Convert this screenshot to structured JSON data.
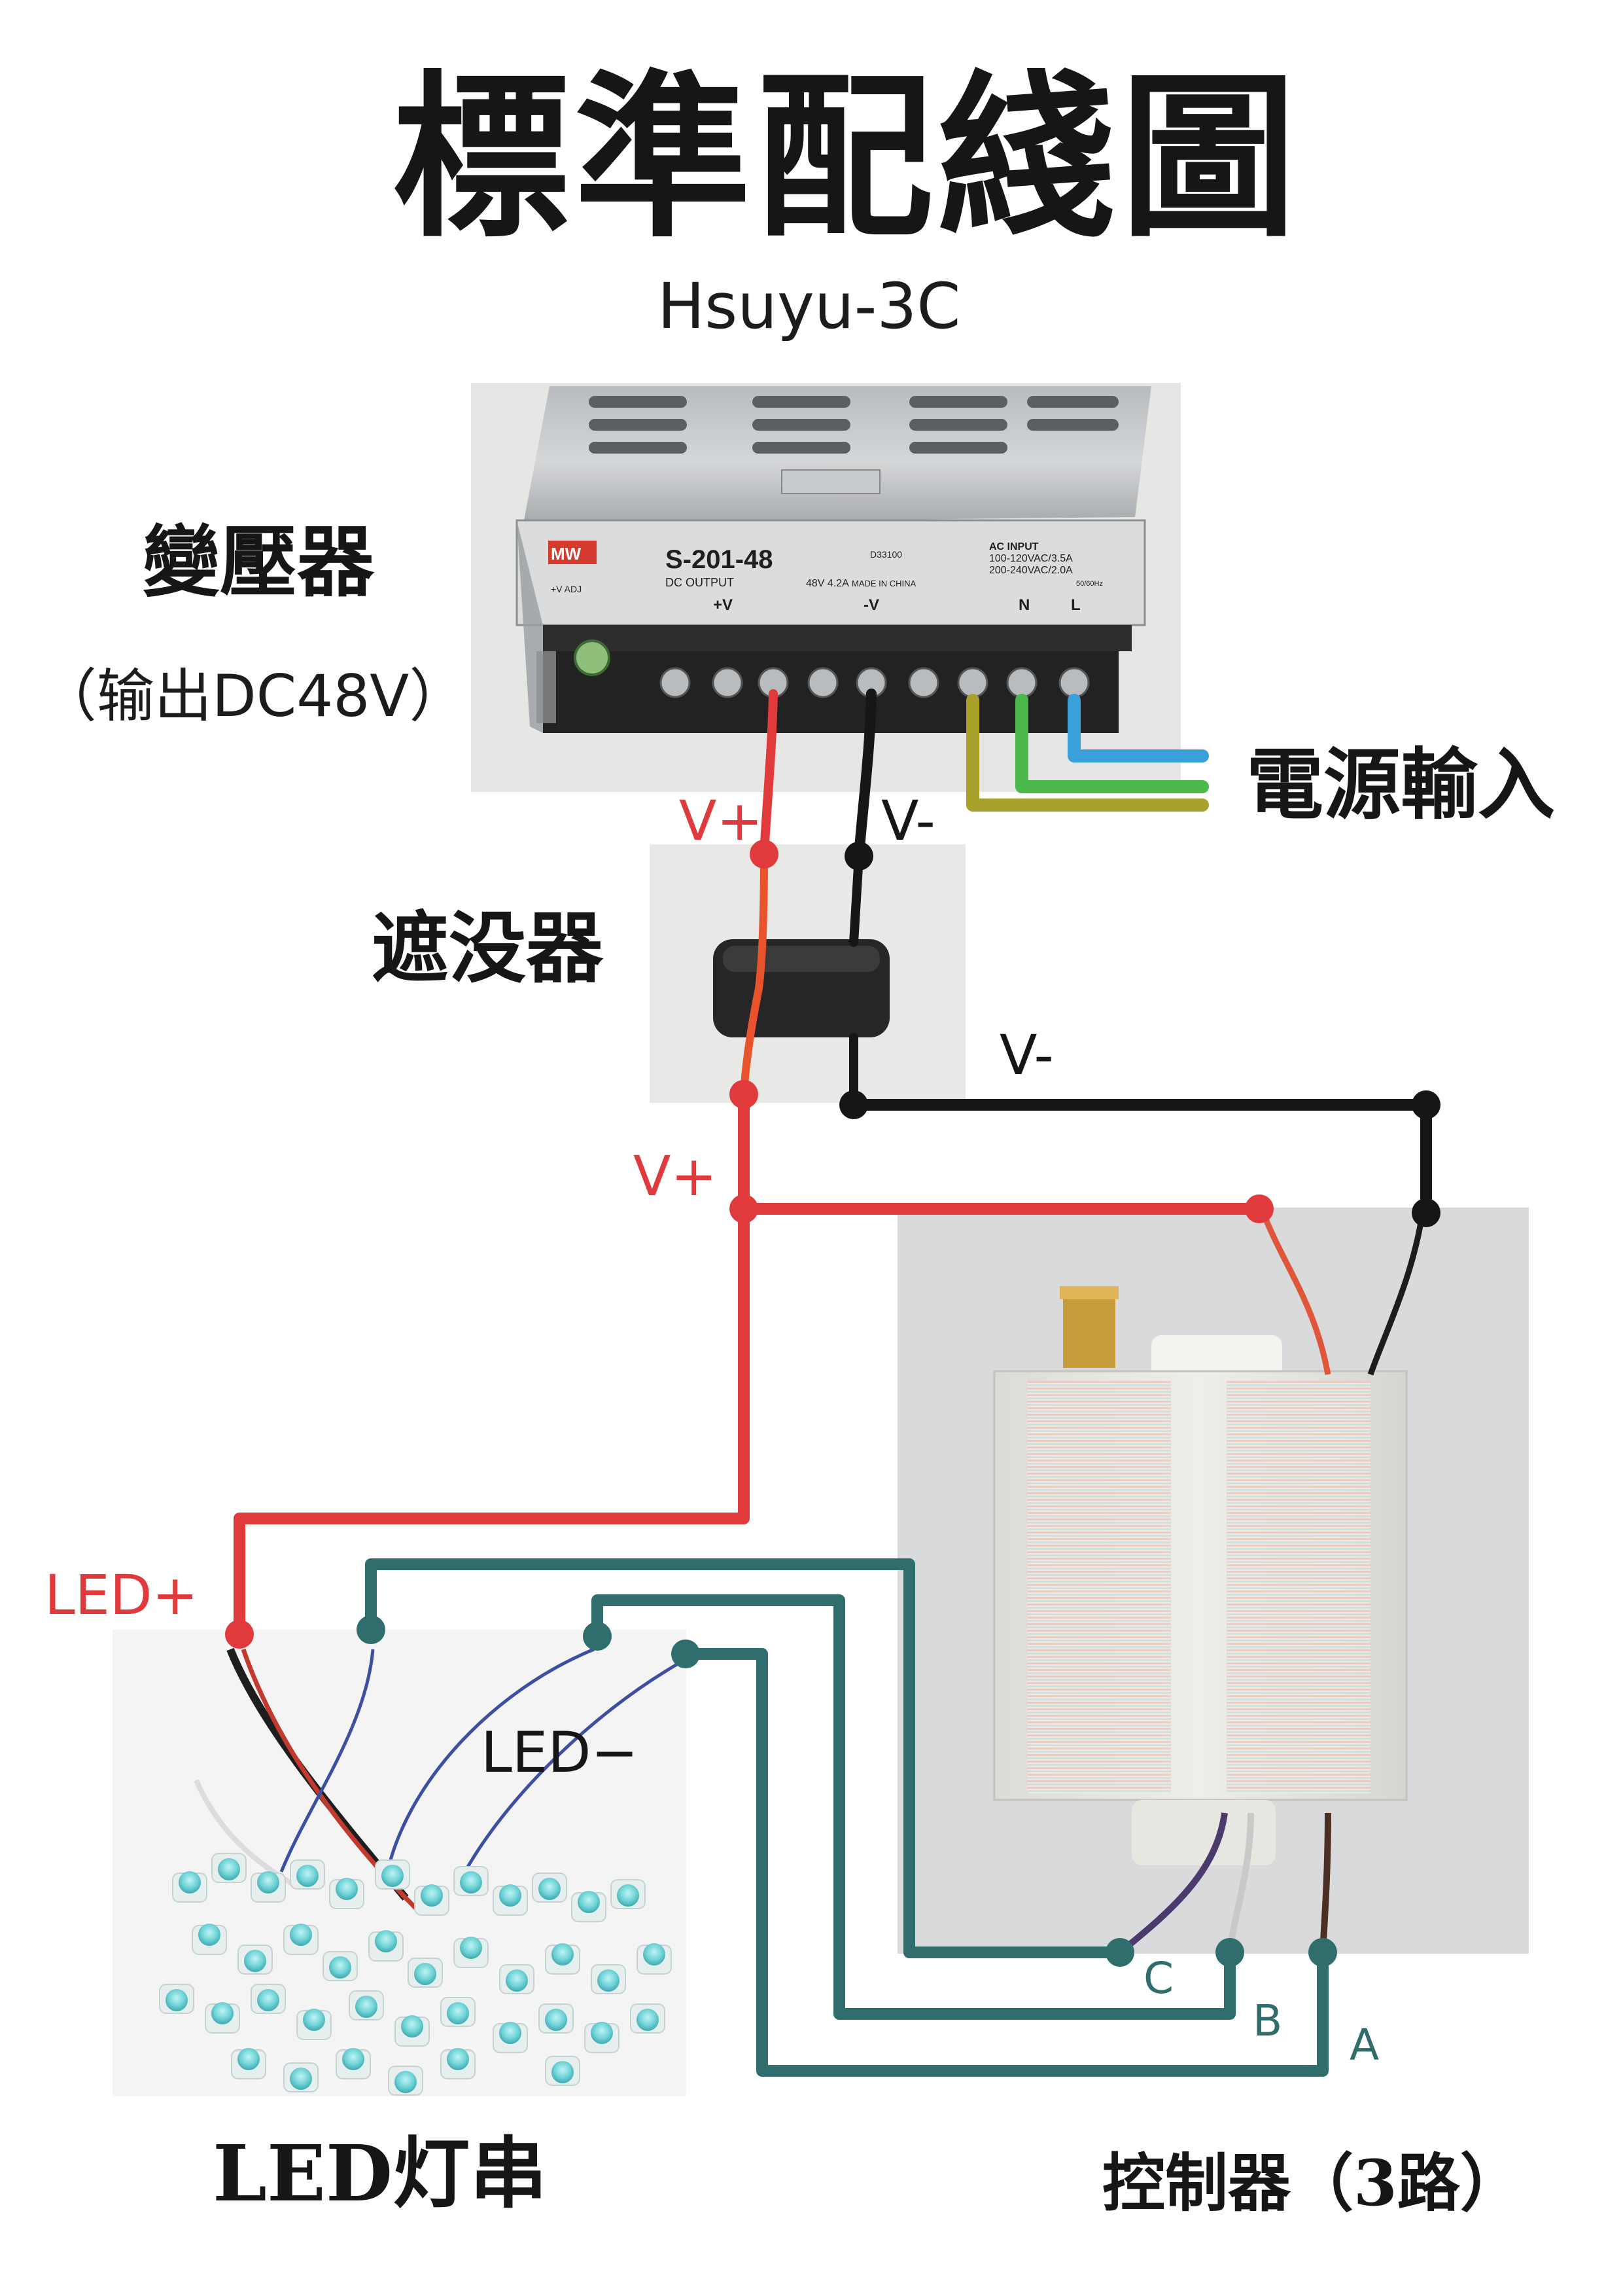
{
  "title": "標準配綫圖",
  "subtitle": "Hsuyu-3C",
  "labels": {
    "transformer": "變壓器",
    "transformer_output": "（输出DC48V）",
    "power_input": "電源輸入",
    "filter": "遮没器",
    "led_string": "LED灯串",
    "controller": "控制器（3路）"
  },
  "psu_panel": {
    "model": "S-201-48",
    "dc_output": "DC OUTPUT",
    "rating": "48V 4.2A",
    "adj": "+V ADJ",
    "plus_v": "+V",
    "minus_v": "-V",
    "made_in": "MADE IN CHINA",
    "ac_input": "AC INPUT",
    "ac_line1": "100-120VAC/3.5A",
    "ac_line2": "200-240VAC/2.0A",
    "freq": "50/60Hz",
    "n": "N",
    "l": "L",
    "cert": "D33100",
    "brand": "MW"
  },
  "wires": {
    "v_plus_top": "V+",
    "v_minus_top": "V-",
    "v_minus_mid": "V-",
    "v_plus_mid": "V+",
    "led_plus": "LED+",
    "led_minus": "LED−",
    "ch_c": "C",
    "ch_b": "B",
    "ch_a": "A"
  },
  "colors": {
    "red_wire": "#e03a3c",
    "black_wire": "#161616",
    "teal_wire": "#2f6e6c",
    "blue_wire": "#3aa0dc",
    "green_wire": "#4bb84a",
    "olive_wire": "#a8a12c"
  }
}
